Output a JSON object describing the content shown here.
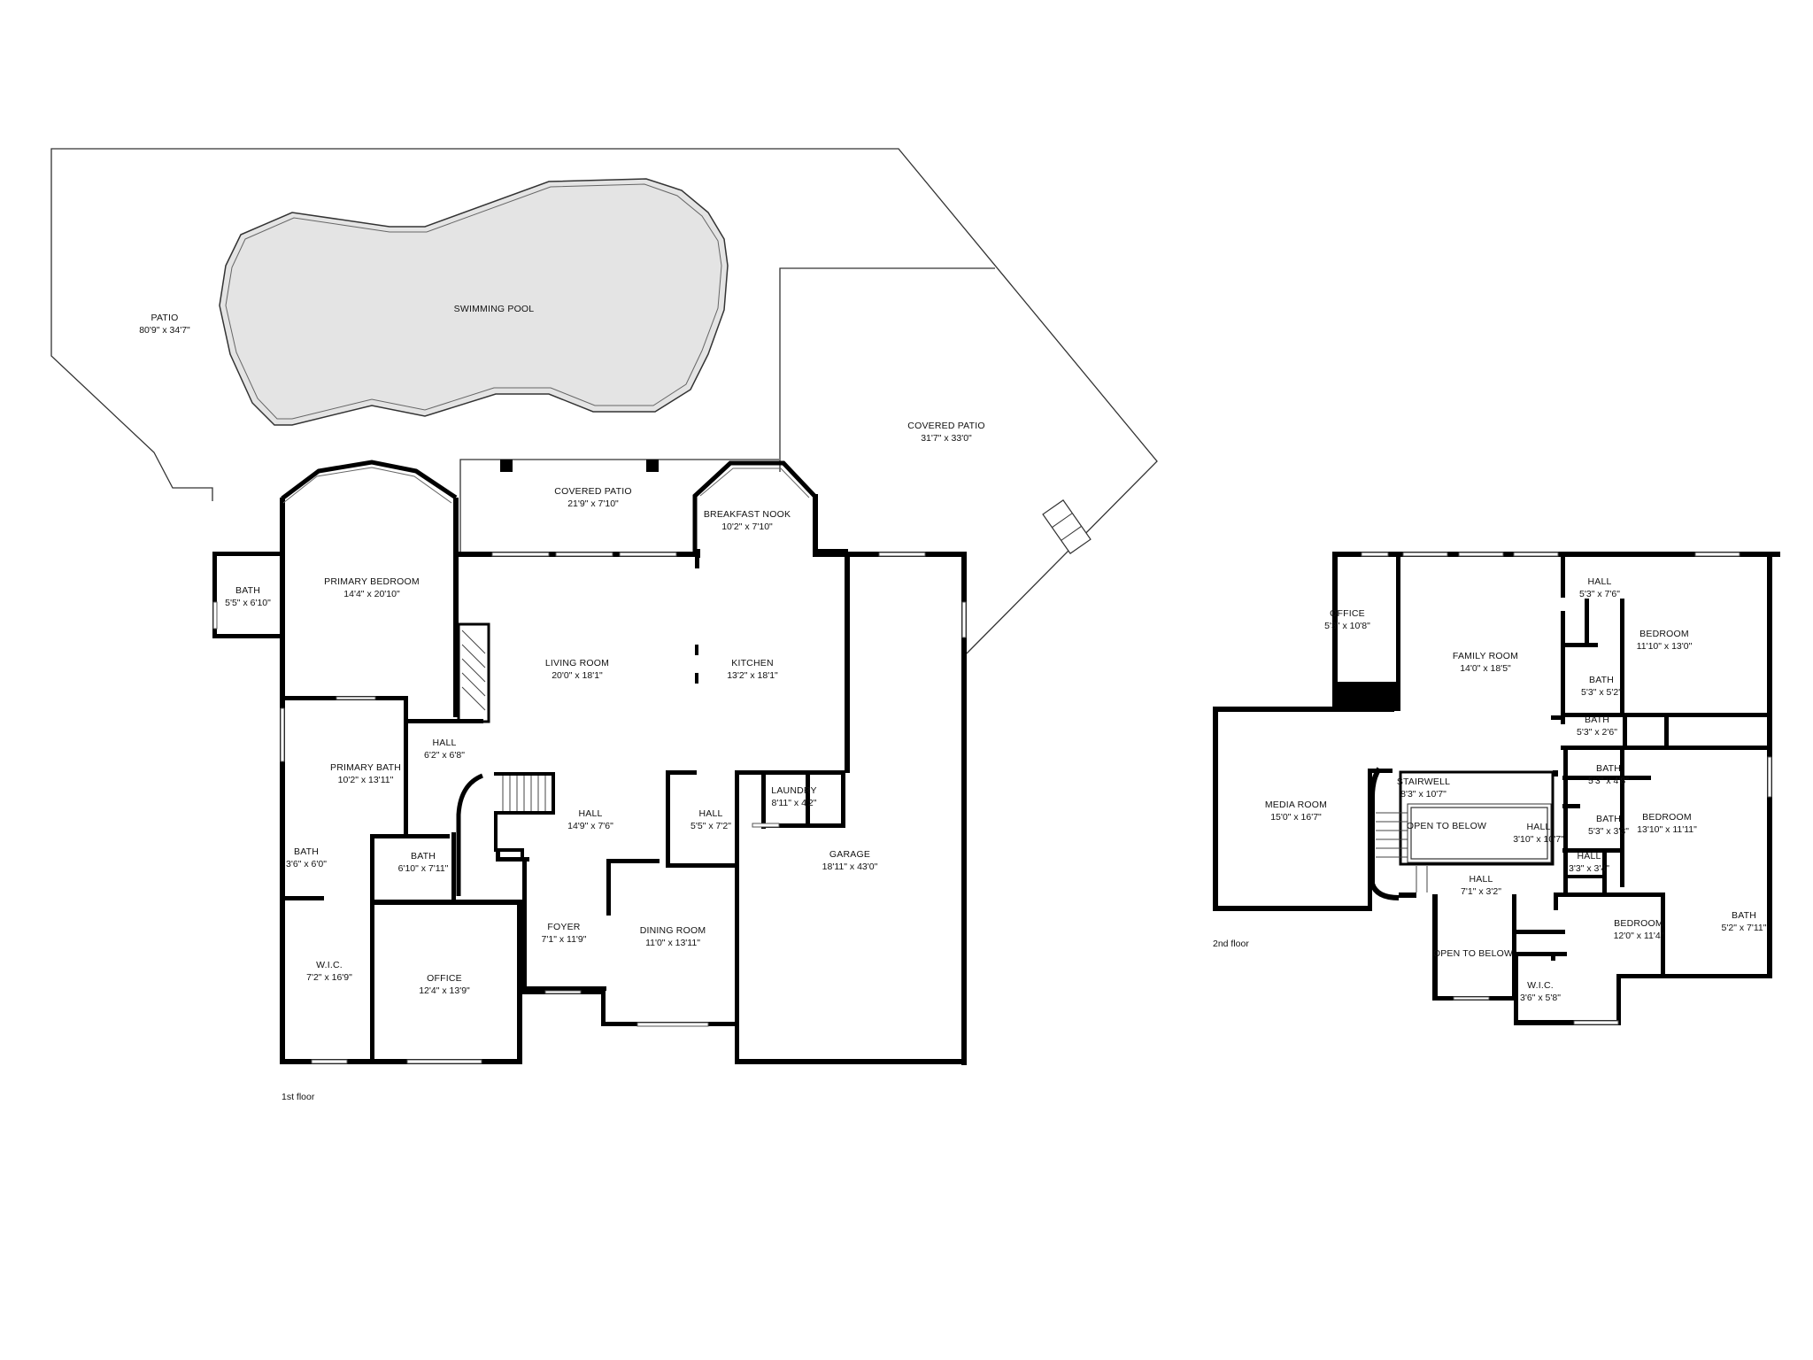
{
  "floors": [
    {
      "label": "1st floor",
      "rooms": [
        {
          "name": "PATIO",
          "dims": "80'9\" x 34'7\""
        },
        {
          "name": "SWIMMING POOL",
          "dims": ""
        },
        {
          "name": "COVERED PATIO",
          "dims": "31'7\" x 33'0\""
        },
        {
          "name": "COVERED PATIO",
          "dims": "21'9\" x 7'10\""
        },
        {
          "name": "BREAKFAST NOOK",
          "dims": "10'2\" x 7'10\""
        },
        {
          "name": "BATH",
          "dims": "5'5\" x 6'10\""
        },
        {
          "name": "PRIMARY BEDROOM",
          "dims": "14'4\" x 20'10\""
        },
        {
          "name": "LIVING ROOM",
          "dims": "20'0\" x 18'1\""
        },
        {
          "name": "KITCHEN",
          "dims": "13'2\" x 18'1\""
        },
        {
          "name": "HALL",
          "dims": "6'2\" x 6'8\""
        },
        {
          "name": "PRIMARY BATH",
          "dims": "10'2\" x 13'11\""
        },
        {
          "name": "LAUNDRY",
          "dims": "8'11\" x 4'2\""
        },
        {
          "name": "HALL",
          "dims": "14'9\" x 7'6\""
        },
        {
          "name": "HALL",
          "dims": "5'5\" x 7'2\""
        },
        {
          "name": "BATH",
          "dims": "3'6\" x 6'0\""
        },
        {
          "name": "BATH",
          "dims": "6'10\" x 7'11\""
        },
        {
          "name": "GARAGE",
          "dims": "18'11\" x 43'0\""
        },
        {
          "name": "FOYER",
          "dims": "7'1\" x 11'9\""
        },
        {
          "name": "DINING ROOM",
          "dims": "11'0\" x 13'11\""
        },
        {
          "name": "W.I.C.",
          "dims": "7'2\" x 16'9\""
        },
        {
          "name": "OFFICE",
          "dims": "12'4\" x 13'9\""
        }
      ]
    },
    {
      "label": "2nd floor",
      "rooms": [
        {
          "name": "OFFICE",
          "dims": "5'3\" x 10'8\""
        },
        {
          "name": "FAMILY ROOM",
          "dims": "14'0\" x 18'5\""
        },
        {
          "name": "HALL",
          "dims": "5'3\" x 7'6\""
        },
        {
          "name": "BEDROOM",
          "dims": "11'10\" x 13'0\""
        },
        {
          "name": "BATH",
          "dims": "5'3\" x 5'2\""
        },
        {
          "name": "BATH",
          "dims": "5'3\" x 2'6\""
        },
        {
          "name": "MEDIA ROOM",
          "dims": "15'0\" x 16'7\""
        },
        {
          "name": "STAIRWELL",
          "dims": "8'3\" x 10'7\""
        },
        {
          "name": "BATH",
          "dims": "5'3\" x 4'8\""
        },
        {
          "name": "OPEN TO BELOW",
          "dims": ""
        },
        {
          "name": "HALL",
          "dims": "3'10\" x 10'7\""
        },
        {
          "name": "BATH",
          "dims": "5'3\" x 3'3\""
        },
        {
          "name": "BEDROOM",
          "dims": "13'10\" x 11'11\""
        },
        {
          "name": "HALL",
          "dims": "3'3\" x 3'4\""
        },
        {
          "name": "HALL",
          "dims": "7'1\" x 3'2\""
        },
        {
          "name": "BATH",
          "dims": "5'2\" x 7'11\""
        },
        {
          "name": "OPEN TO BELOW",
          "dims": ""
        },
        {
          "name": "BEDROOM",
          "dims": "12'0\" x 11'4\""
        },
        {
          "name": "W.I.C.",
          "dims": "3'6\" x 5'8\""
        }
      ]
    }
  ]
}
